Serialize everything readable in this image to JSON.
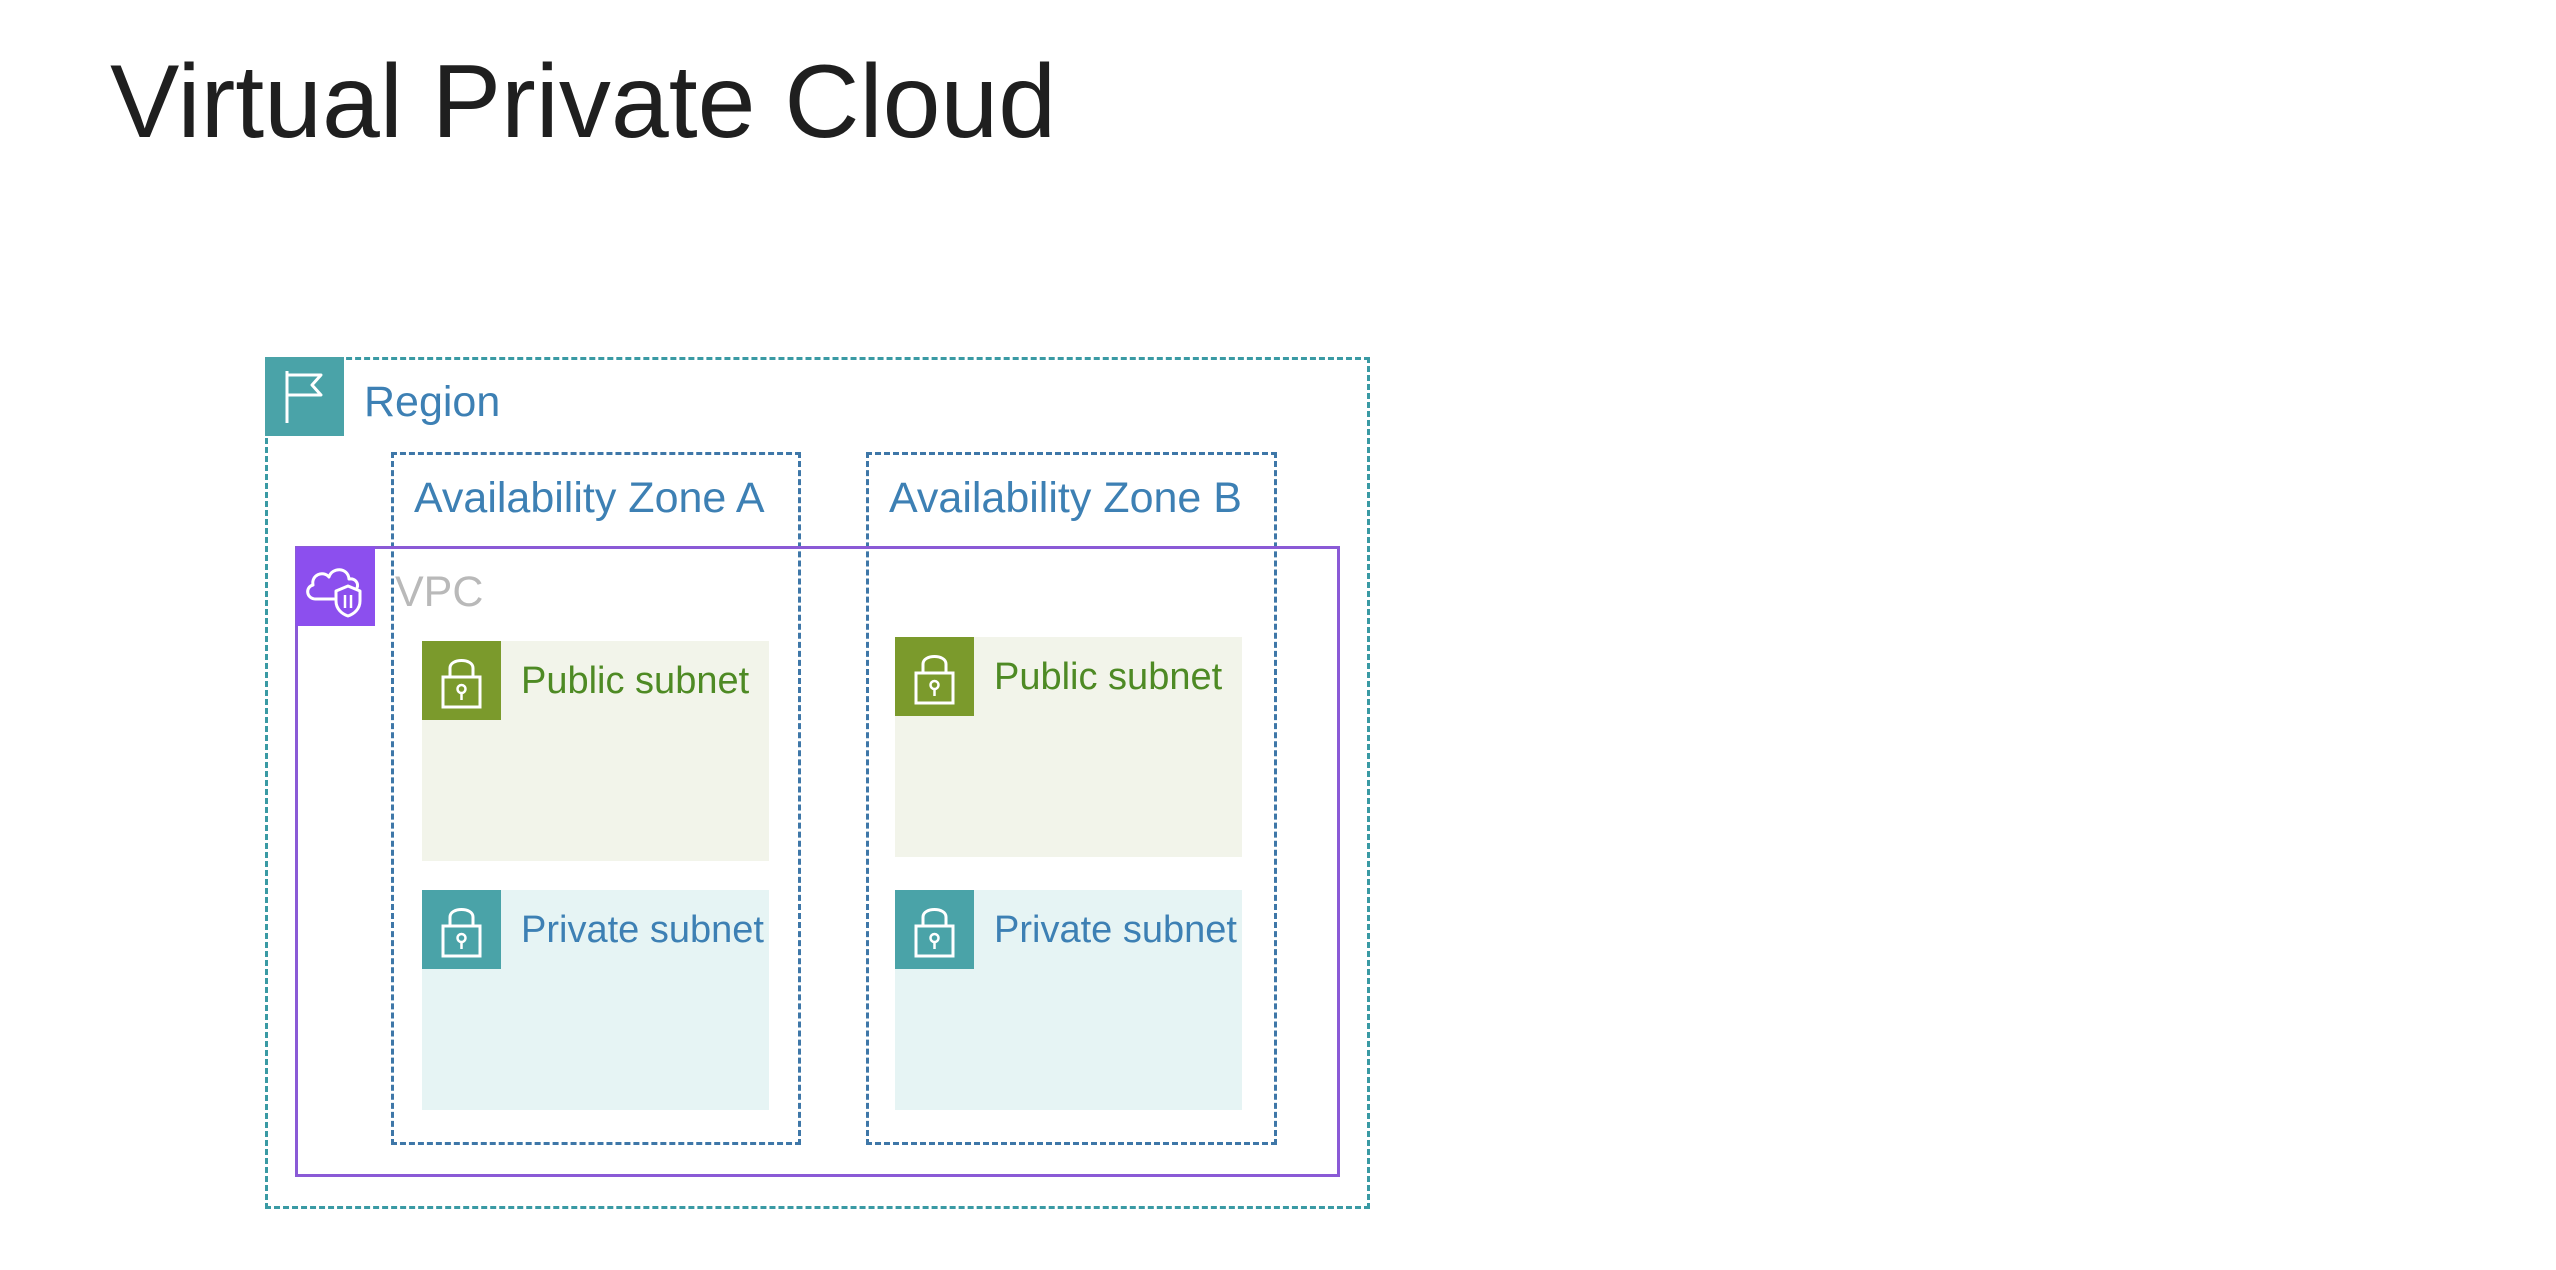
{
  "title": "Virtual Private Cloud",
  "region": {
    "label": "Region",
    "icon": "flag-icon",
    "color": "#4aa3a8"
  },
  "availability_zones": [
    {
      "label": "Availability Zone A"
    },
    {
      "label": "Availability Zone B"
    }
  ],
  "vpc": {
    "label": "VPC",
    "icon": "cloud-shield-icon",
    "color": "#8c4fee"
  },
  "subnets": [
    {
      "label": "Public subnet",
      "zone": "Availability Zone A",
      "type": "public",
      "icon": "lock-icon",
      "color": "#7b9a2c"
    },
    {
      "label": "Public subnet",
      "zone": "Availability Zone B",
      "type": "public",
      "icon": "lock-icon",
      "color": "#7b9a2c"
    },
    {
      "label": "Private subnet",
      "zone": "Availability Zone A",
      "type": "private",
      "icon": "lock-icon",
      "color": "#4aa3a8"
    },
    {
      "label": "Private subnet",
      "zone": "Availability Zone B",
      "type": "private",
      "icon": "lock-icon",
      "color": "#4aa3a8"
    }
  ]
}
